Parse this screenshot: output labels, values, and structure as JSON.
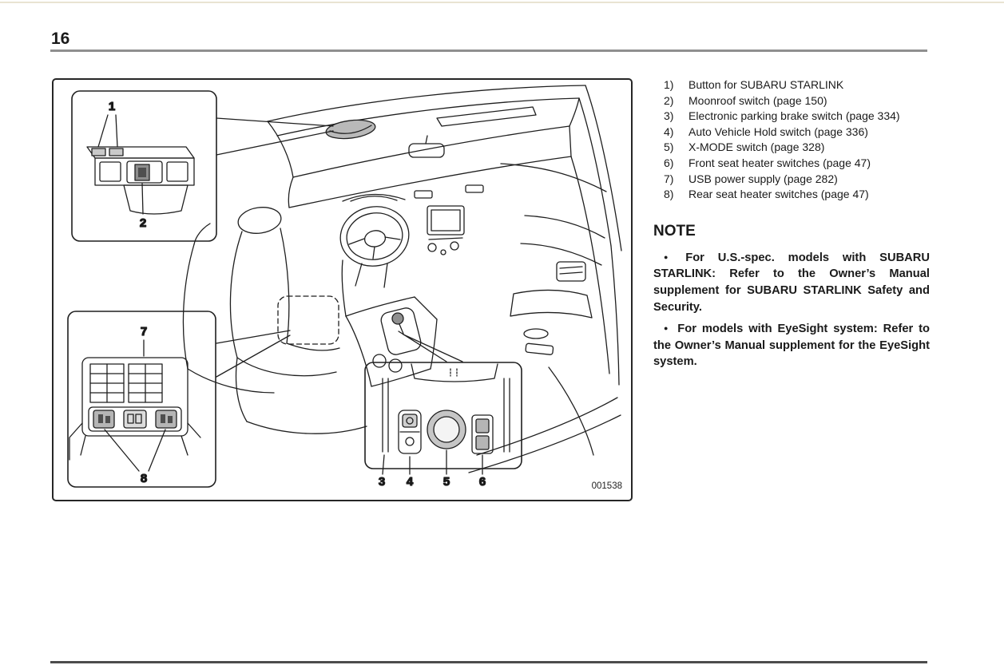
{
  "page": {
    "number": "16"
  },
  "figure": {
    "code": "001538",
    "callouts": {
      "c1": "1",
      "c2": "2",
      "c3": "3",
      "c4": "4",
      "c5": "5",
      "c6": "6",
      "c7": "7",
      "c8": "8"
    }
  },
  "legend": {
    "items": [
      {
        "num": "1)",
        "text": "Button for SUBARU STARLINK"
      },
      {
        "num": "2)",
        "text": "Moonroof switch (page 150)"
      },
      {
        "num": "3)",
        "text": "Electronic parking brake switch (page 334)"
      },
      {
        "num": "4)",
        "text": "Auto Vehicle Hold switch (page 336)"
      },
      {
        "num": "5)",
        "text": "X-MODE switch (page 328)"
      },
      {
        "num": "6)",
        "text": "Front seat heater switches (page 47)"
      },
      {
        "num": "7)",
        "text": "USB power supply (page 282)"
      },
      {
        "num": "8)",
        "text": "Rear seat heater switches (page 47)"
      }
    ]
  },
  "note": {
    "heading": "NOTE",
    "bullet_char": "●",
    "bullets": [
      {
        "text": "For U.S.-spec. models with SUBARU STARLINK: Refer to the Owner’s Manual supplement for SUBARU STARLINK Safety and Security."
      },
      {
        "text": "For models with EyeSight system: Refer to the Owner’s Manual supplement for the EyeSight system."
      }
    ]
  }
}
